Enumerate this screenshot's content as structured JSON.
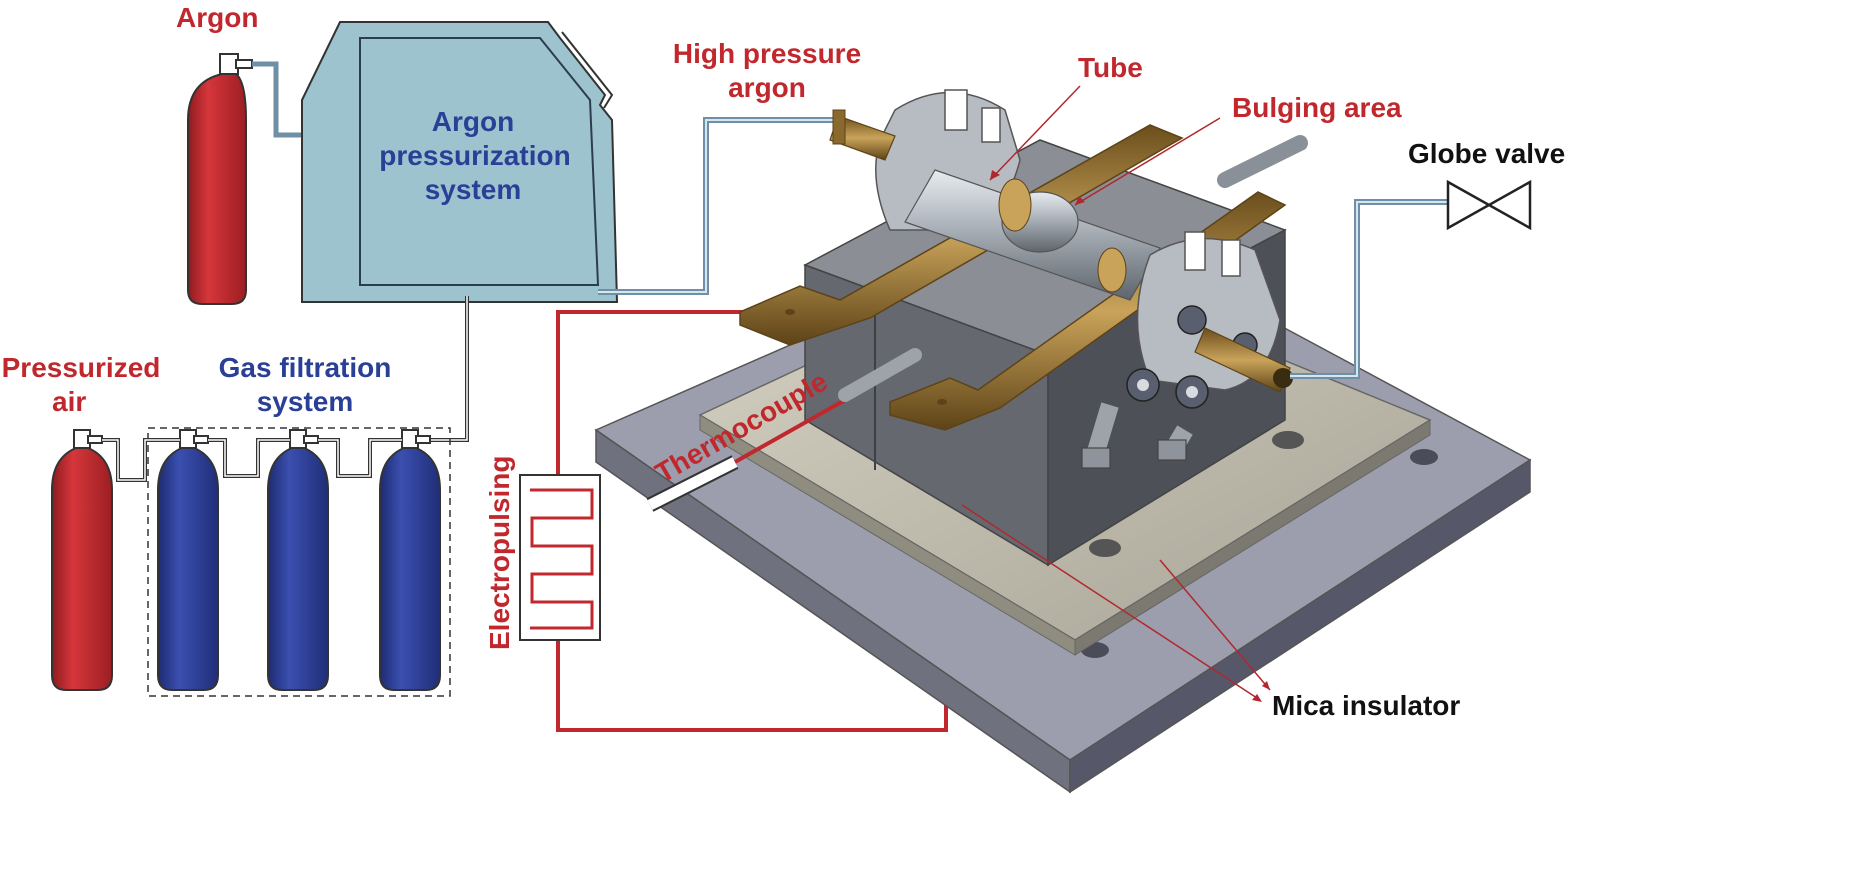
{
  "labels": {
    "argon": "Argon",
    "argon_system_1": "Argon",
    "argon_system_2": "pressurization",
    "argon_system_3": "system",
    "high_pressure_1": "High pressure",
    "high_pressure_2": "argon",
    "tube": "Tube",
    "bulging_area": "Bulging area",
    "globe_valve": "Globe valve",
    "pressurized_air_1": "Pressurized",
    "pressurized_air_2": "air",
    "gas_filtration_1": "Gas filtration",
    "gas_filtration_2": "system",
    "thermocouple": "Thermocouple",
    "electropulsing": "Electropulsing",
    "mica_insulator": "Mica insulator"
  },
  "colors": {
    "label_red": "#c0282d",
    "label_blue": "#2a3f96",
    "argon_cylinder": "#c0282d",
    "air_cylinder": "#c0282d",
    "filter_cylinder": "#2d3f96",
    "pressurization_box": "#9dc3cf",
    "pipe": "#6e8fa6",
    "circuit_wire": "#c0282d",
    "copper_electrode": "#b08a3e",
    "die_body": "#6f7178",
    "mica_plate": "#b8b4a6",
    "base_plate": "#8b8d98"
  }
}
